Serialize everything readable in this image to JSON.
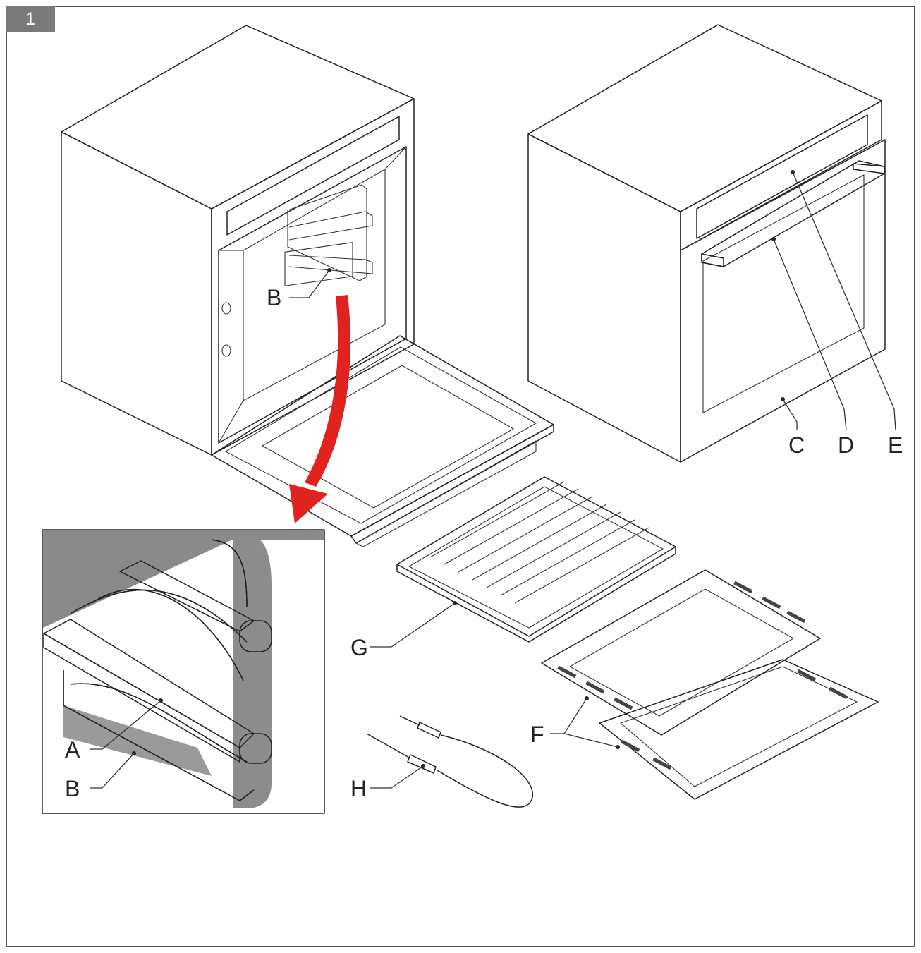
{
  "figure": {
    "number": "1"
  },
  "colors": {
    "highlight": "#c3dcf2",
    "highlight_dark": "#a7c8e6",
    "arrow": "#e0231f",
    "frame": "#555555",
    "badge": "#7a7a7a"
  },
  "labels": {
    "A": "A",
    "B_top": "B",
    "B_inset": "B",
    "C": "C",
    "D": "D",
    "E": "E",
    "F": "F",
    "G": "G",
    "H": "H"
  }
}
